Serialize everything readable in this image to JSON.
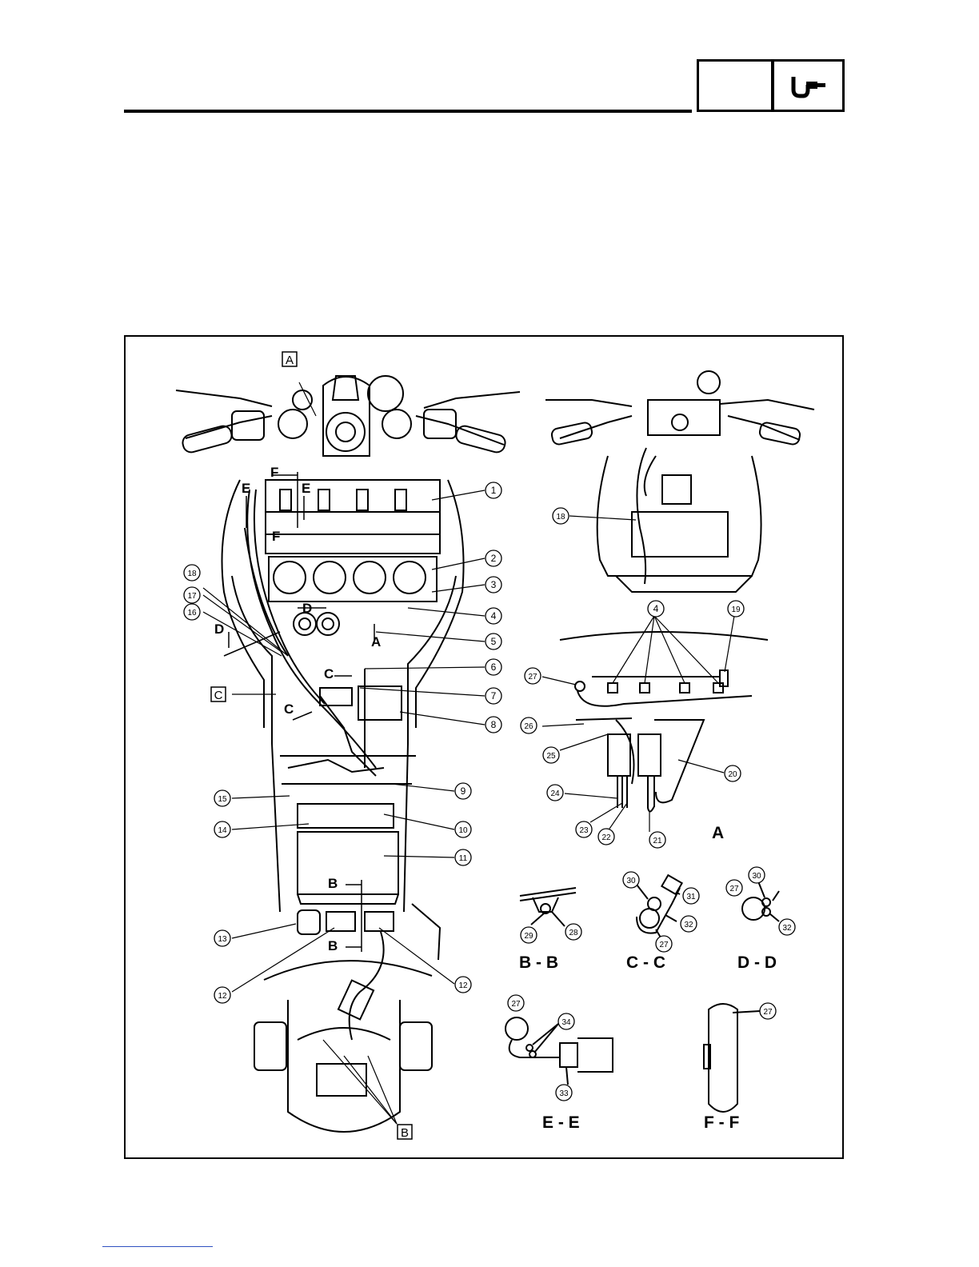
{
  "header": {
    "icon": "micrometer-icon"
  },
  "figure": {
    "boxed_labels": [
      "A",
      "C",
      "B"
    ],
    "view_letters": [
      "A",
      "B",
      "C",
      "D",
      "E",
      "F"
    ],
    "callouts_main": [
      "1",
      "2",
      "3",
      "4",
      "5",
      "6",
      "7",
      "8",
      "9",
      "10",
      "11",
      "12",
      "13",
      "14",
      "15",
      "16",
      "17",
      "18"
    ],
    "callouts_detail_a": [
      "18",
      "4",
      "19",
      "27",
      "26",
      "25",
      "20",
      "24",
      "23",
      "22",
      "21"
    ],
    "section_views": [
      {
        "title": "A"
      },
      {
        "title": "B - B",
        "callouts": [
          "29",
          "28"
        ]
      },
      {
        "title": "C - C",
        "callouts": [
          "30",
          "31",
          "32",
          "27"
        ]
      },
      {
        "title": "D - D",
        "callouts": [
          "30",
          "27",
          "32"
        ]
      },
      {
        "title": "E - E",
        "callouts": [
          "27",
          "34",
          "33"
        ]
      },
      {
        "title": "F - F",
        "callouts": [
          "27"
        ]
      }
    ]
  }
}
